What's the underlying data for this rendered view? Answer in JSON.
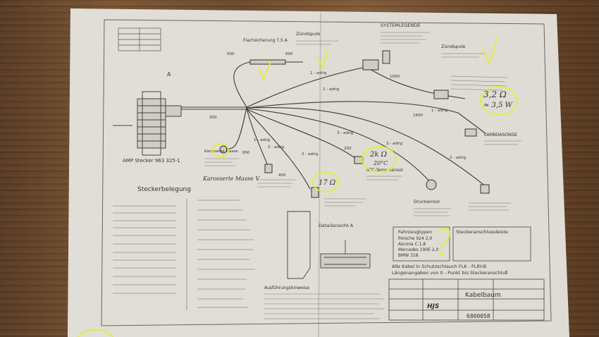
{
  "drawing": {
    "title": "Kabelbaum",
    "number": "6800058",
    "connector_label": "AMP Stecker 963 325-1",
    "pin_assignment_title": "Steckerbelegung",
    "detail_title": "Detailansicht A",
    "detail_label": "A",
    "system_label": "SYSTEMLEGENDE",
    "flat_fuse_label": "Flachsicherung 7,5 A",
    "ignition_coil_top": "Zündspule",
    "ignition_coil_right": "Zündspule",
    "lambda_label": "LAMBDASONDE",
    "ntc_label": "NTC-Temp-Sensor",
    "pressure_label": "Drucksensor",
    "ground_label": "Karosserie Masse",
    "logo": "HJS",
    "vehicle_heading": "Fahrzeugtypen",
    "vehicles": [
      "Porsche 924 2,0",
      "Ascona C 1,8",
      "Mercedes 190E 2,0",
      "BMW 318"
    ],
    "plug_heading": "Steckeranschlussleiste",
    "note_line1": "Alle Kabel in Schutzschlauch FLK - FLRY-B",
    "note_line2": "Längenangaben von 0 - Punkt bis Steckeranschluß",
    "notes_heading": "Ausführungshinweise",
    "wire_labels": [
      "1 - adrig",
      "1 - adrig",
      "3 - adrig",
      "2 - adrig",
      "2 - adrig",
      "3 - adrig",
      "2 - adrig",
      "1 - adrig",
      "1 - adrig"
    ],
    "dims": [
      "500",
      "600",
      "1600",
      "1000",
      "300",
      "800",
      "400",
      "250"
    ]
  },
  "annotations": {
    "resistance_top": "3,2 Ω",
    "resistance_top2": "≈ 3,5 W",
    "resistance_ntc": "2k Ω",
    "temp_ntc": "20°C",
    "resistance_left": "17 Ω",
    "ground_note": "Karosserie Masse V",
    "check": "V",
    "question": "?"
  },
  "colors": {
    "paper": "#dcdad3",
    "ink": "#3a3a3a",
    "highlighter": "#e6ef2a"
  }
}
